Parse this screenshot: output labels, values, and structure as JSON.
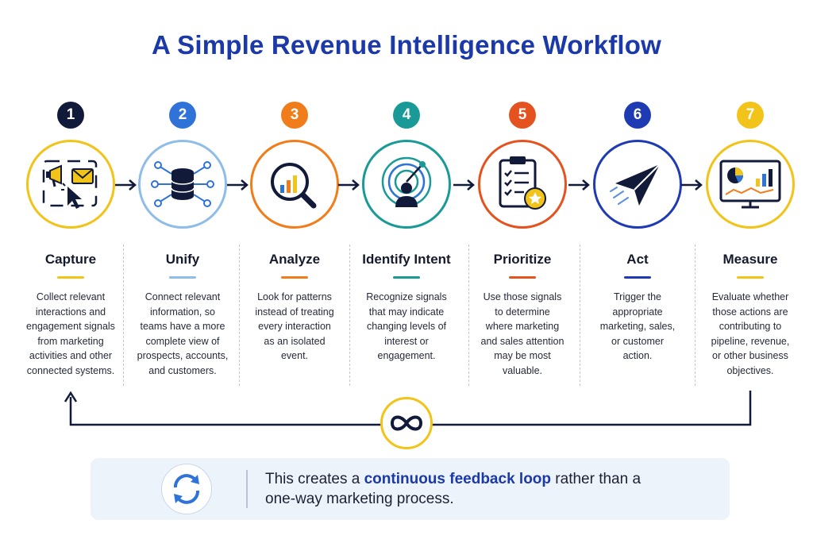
{
  "title": "A Simple Revenue Intelligence Workflow",
  "colors": {
    "title": "#1b39a8",
    "step1": "#f2c319",
    "step2": "#2f73d8",
    "step3": "#f07d1a",
    "step4": "#1a9a97",
    "step5": "#e4531f",
    "step6": "#1f3bb3",
    "step7": "#f2c319",
    "dark": "#121a3a"
  },
  "steps": [
    {
      "number": "1",
      "name": "Capture",
      "icon": "megaphone-email-cursor-icon",
      "lines": [
        "Collect relevant",
        "interactions and",
        "engagement signals",
        "from marketing",
        "activities and other",
        "connected systems."
      ]
    },
    {
      "number": "2",
      "name": "Unify",
      "icon": "database-network-icon",
      "lines": [
        "Connect relevant",
        "information, so",
        "teams have a more",
        "complete view of",
        "prospects, accounts,",
        "and customers."
      ]
    },
    {
      "number": "3",
      "name": "Analyze",
      "icon": "magnifier-bar-chart-icon",
      "lines": [
        "Look for patterns",
        "instead of treating",
        "every interaction",
        "as an isolated",
        "event."
      ]
    },
    {
      "number": "4",
      "name": "Identify Intent",
      "icon": "radar-person-icon",
      "lines": [
        "Recognize signals",
        "that may indicate",
        "changing levels of",
        "interest or",
        "engagement."
      ]
    },
    {
      "number": "5",
      "name": "Prioritize",
      "icon": "checklist-star-icon",
      "lines": [
        "Use those signals",
        "to determine",
        "where marketing",
        "and sales attention",
        "may be most",
        "valuable."
      ]
    },
    {
      "number": "6",
      "name": "Act",
      "icon": "paper-plane-icon",
      "lines": [
        "Trigger the",
        "appropriate",
        "marketing, sales,",
        "or customer",
        "action."
      ]
    },
    {
      "number": "7",
      "name": "Measure",
      "icon": "dashboard-monitor-icon",
      "lines": [
        "Evaluate whether",
        "those actions are",
        "contributing to",
        "pipeline, revenue,",
        "or other business",
        "objectives."
      ]
    }
  ],
  "loop_icon": "infinity-icon",
  "note": {
    "icon": "refresh-cycle-icon",
    "before": "This creates a ",
    "highlight": "continuous feedback loop",
    "after": " rather than a",
    "line2": "one-way marketing process."
  }
}
